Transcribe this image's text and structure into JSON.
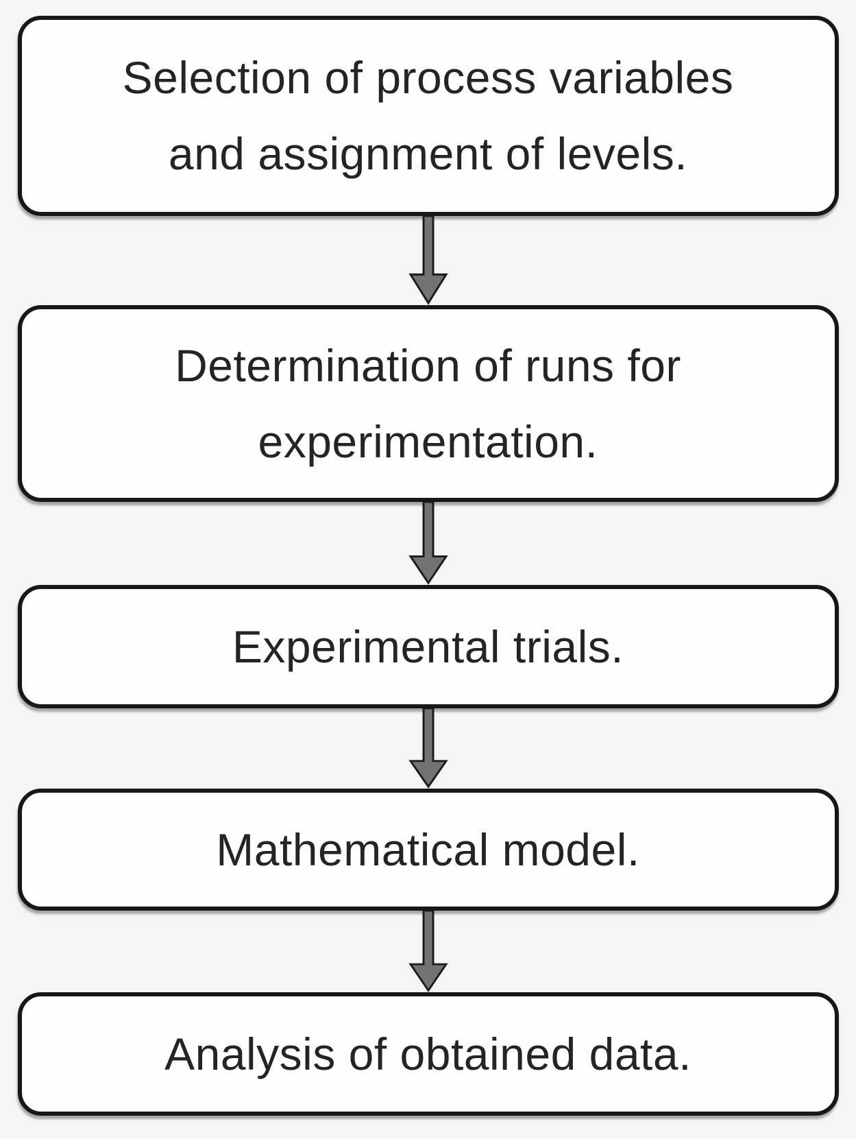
{
  "diagram": {
    "type": "flowchart",
    "direction": "top-to-bottom",
    "background_color": "#f6f5f4",
    "box_style": {
      "fill": "#fdfdfd",
      "border_color": "#171717",
      "text_color": "#242424"
    },
    "arrow_style": {
      "fill": "#737373",
      "outline": "#1c1c1c",
      "direction": "down"
    },
    "steps": [
      {
        "id": 1,
        "label": "Selection of process variables and assignment of levels."
      },
      {
        "id": 2,
        "label": "Determination of runs for experimentation."
      },
      {
        "id": 3,
        "label": "Experimental trials."
      },
      {
        "id": 4,
        "label": "Mathematical model."
      },
      {
        "id": 5,
        "label": "Analysis of obtained data."
      }
    ]
  }
}
